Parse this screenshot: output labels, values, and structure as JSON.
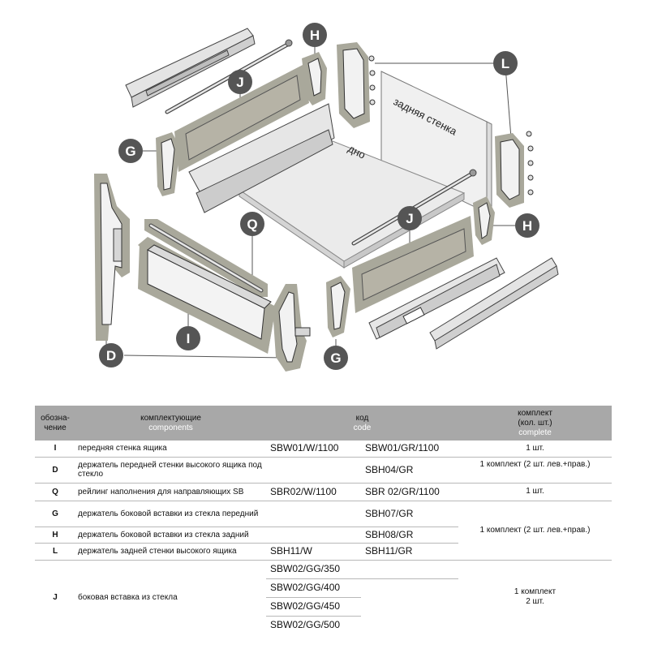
{
  "diagram": {
    "callouts": [
      {
        "id": "H1",
        "letter": "H"
      },
      {
        "id": "J1",
        "letter": "J"
      },
      {
        "id": "L1",
        "letter": "L"
      },
      {
        "id": "G1",
        "letter": "G"
      },
      {
        "id": "Q1",
        "letter": "Q"
      },
      {
        "id": "J2",
        "letter": "J"
      },
      {
        "id": "H2",
        "letter": "H"
      },
      {
        "id": "I1",
        "letter": "I"
      },
      {
        "id": "D1",
        "letter": "D"
      },
      {
        "id": "G2",
        "letter": "G"
      }
    ],
    "back_panel_label": "задняя стенка",
    "bottom_label": "дно",
    "colors": {
      "highlight": "#a9a89b",
      "callout": "#555555",
      "glass": "#b6b3a6",
      "part_outline": "#333333"
    }
  },
  "table": {
    "headers": {
      "symbol": {
        "ru1": "обозна-",
        "ru2": "чение"
      },
      "components": {
        "ru": "комплектующие",
        "en": "components"
      },
      "code": {
        "ru": "код",
        "en": "code"
      },
      "kit": {
        "ru1": "комплект",
        "ru2": "(кол. шт.)",
        "en": "complete"
      }
    },
    "rows": [
      {
        "symbol": "I",
        "desc": "передняя стенка ящика",
        "code1": "SBW01/W/1100",
        "code2": "SBW01/GR/1100",
        "kit": "1 шт."
      },
      {
        "symbol": "D",
        "desc": "держатель передней стенки высокого ящика под стекло",
        "code1": "",
        "code2": "SBH04/GR",
        "kit": "1 комплект (2 шт. лев.+прав.)"
      },
      {
        "symbol": "Q",
        "desc": "рейлинг наполнения для направляющих SB",
        "code1": "SBR02/W/1100",
        "code2": "SBR 02/GR/1100",
        "kit": "1 шт."
      },
      {
        "symbol": "G",
        "desc": "держатель боковой вставки из стекла передний",
        "code1": "",
        "code2": "SBH07/GR",
        "kit": "1 комплект (2 шт. лев.+прав.)"
      },
      {
        "symbol": "H",
        "desc": "держатель боковой вставки из стекла задний",
        "code1": "",
        "code2": "SBH08/GR",
        "kit": ""
      },
      {
        "symbol": "L",
        "desc": "держатель задней стенки высокого ящика",
        "code1": "SBH11/W",
        "code2": "SBH11/GR",
        "kit": ""
      },
      {
        "symbol": "J",
        "desc": "боковая вставка из стекла",
        "codes": [
          "SBW02/GG/350",
          "SBW02/GG/400",
          "SBW02/GG/450",
          "SBW02/GG/500"
        ],
        "kit1": "1 комплект",
        "kit2": "2 шт."
      }
    ]
  }
}
